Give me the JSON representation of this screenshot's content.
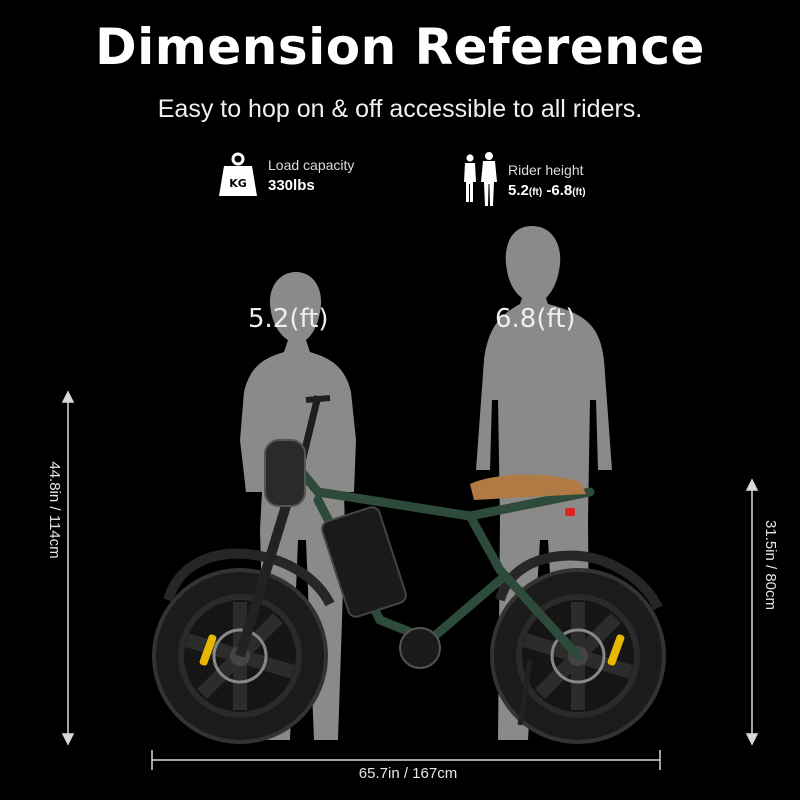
{
  "title": "Dimension Reference",
  "subtitle": "Easy to hop on & off accessible to all riders.",
  "specs": {
    "load": {
      "icon": "weight-kg-icon",
      "icon_text": "KG",
      "label": "Load capacity",
      "value": "330lbs"
    },
    "rider": {
      "icon": "riders-silhouette-icon",
      "label": "Rider height",
      "value_min": "5.2",
      "unit": "(ft)",
      "sep": " -",
      "value_max": "6.8"
    }
  },
  "figures": {
    "short_label": "5.2(ft)",
    "tall_label": "6.8(ft)"
  },
  "dimensions": {
    "height": "44.8in / 114cm",
    "seat_height": "31.5in / 80cm",
    "length": "65.7in / 167cm"
  },
  "colors": {
    "background": "#000000",
    "silhouette": "#8d8d8d",
    "bike_frame": "#2e4a3a",
    "seat": "#b07a45"
  }
}
